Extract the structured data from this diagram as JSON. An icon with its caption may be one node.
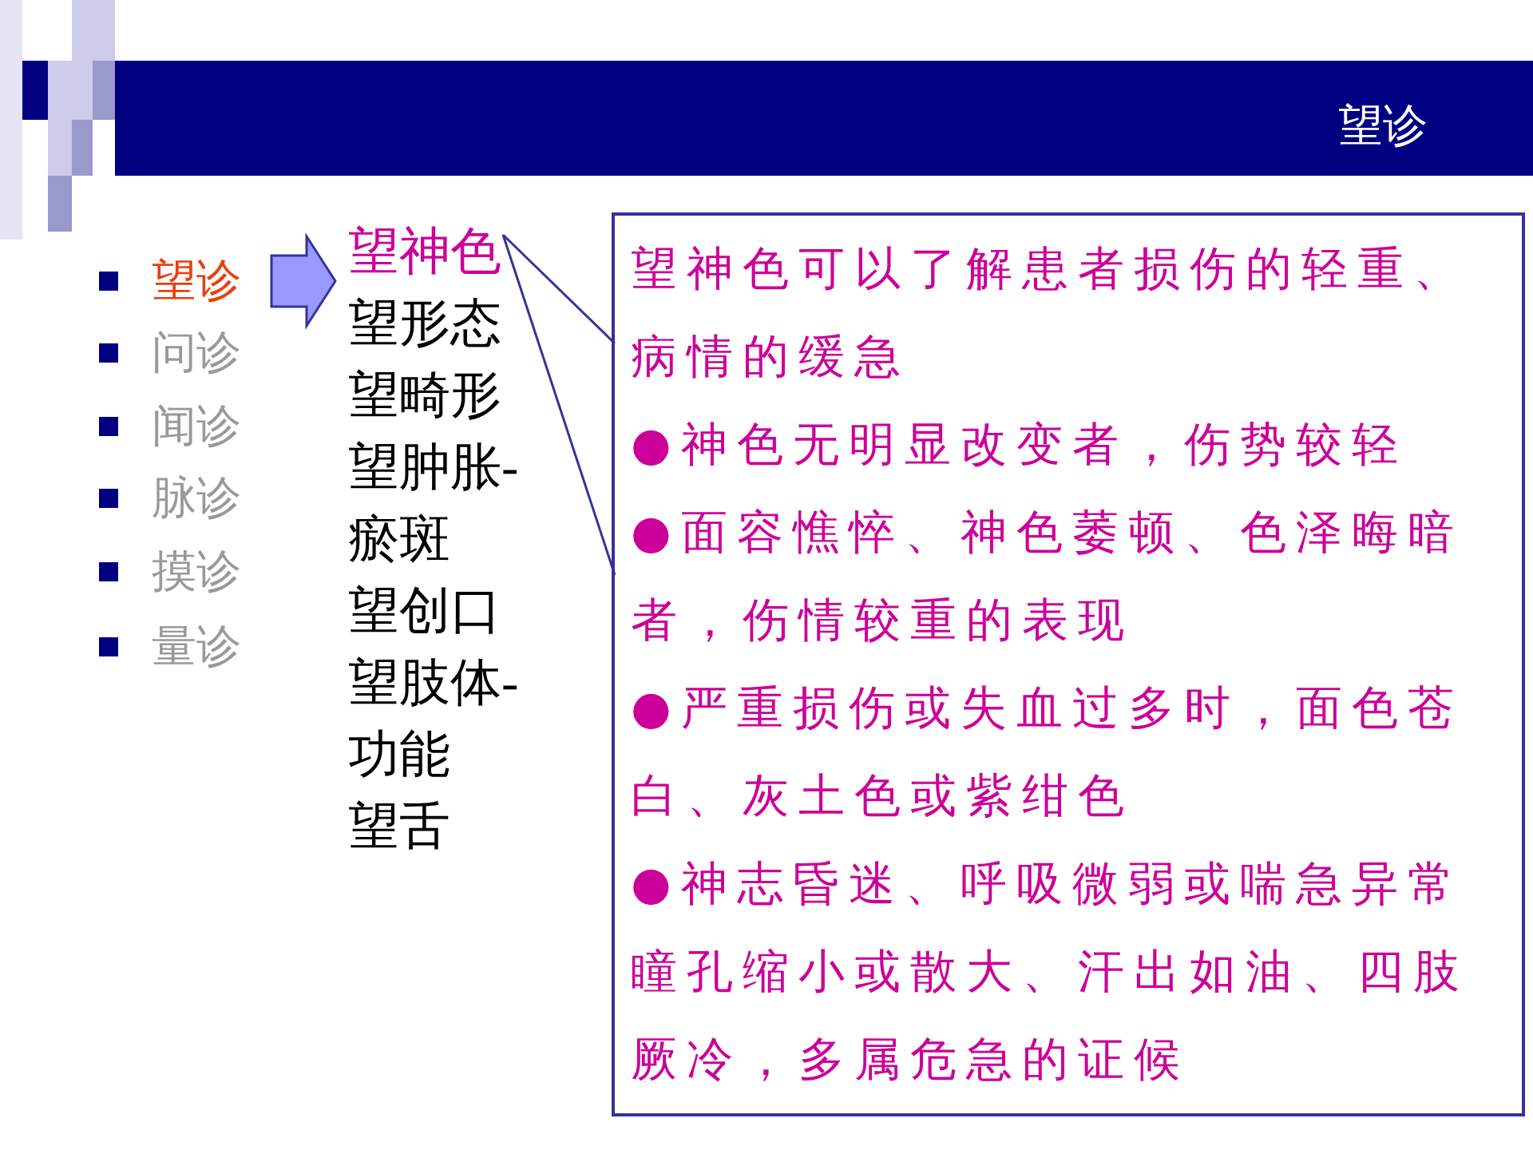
{
  "diagram": {
    "title": "望诊",
    "nodes": [
      {
        "text": [
          "望诊"
        ]
      },
      {
        "text": [
          "望神色"
        ]
      },
      {
        "text": [
          "望神色可以了解患者损伤的轻重、病情的缓急",
          "●神色无明显改变者，伤势较轻",
          "●面容憔悴、神色萎顿、色泽晦暗者，伤情较重的表现",
          "●严重损伤或失血过多时，面色苍白、灰土色或紫绀色",
          "●神志昏迷、呼吸微弱或喘急异常瞳孔缩小或散大、汗出如油、四肢厥冷，多属危急的证候"
        ]
      }
    ],
    "edges": [
      {
        "from": 0,
        "to": 1,
        "arrow": "to"
      },
      {
        "from": 2,
        "to": 1,
        "arrow": "none"
      }
    ],
    "labels": [
      "问诊",
      "闻诊",
      "脉诊",
      "摸诊",
      "量诊",
      "望形态",
      "望畸形",
      "望肿胀-瘀斑",
      "望创口",
      "望肢体-功能",
      "望舌"
    ]
  }
}
